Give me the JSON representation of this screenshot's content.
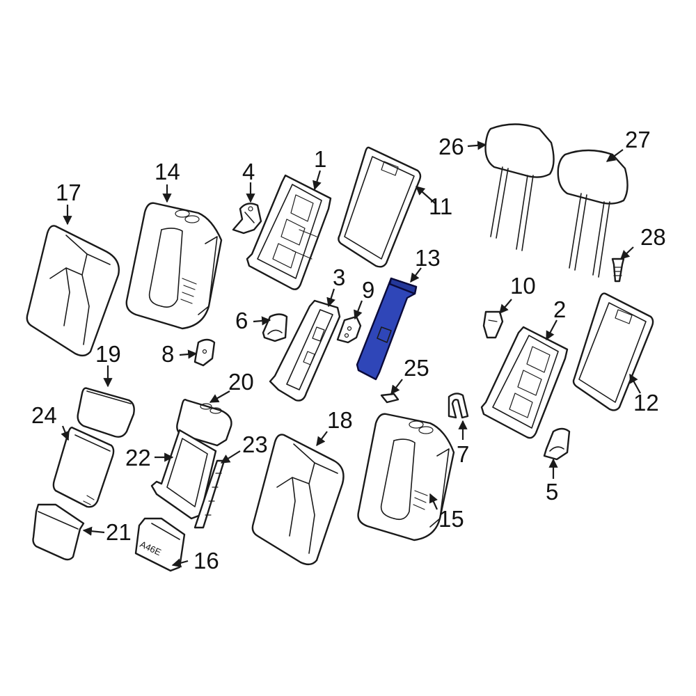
{
  "diagram": {
    "highlight_color": "#2f46b8",
    "highlighted_part": "13",
    "callouts": [
      {
        "id": "c1",
        "label": "1"
      },
      {
        "id": "c2",
        "label": "2"
      },
      {
        "id": "c3",
        "label": "3"
      },
      {
        "id": "c4",
        "label": "4"
      },
      {
        "id": "c5",
        "label": "5"
      },
      {
        "id": "c6",
        "label": "6"
      },
      {
        "id": "c7",
        "label": "7"
      },
      {
        "id": "c8",
        "label": "8"
      },
      {
        "id": "c9",
        "label": "9"
      },
      {
        "id": "c10",
        "label": "10"
      },
      {
        "id": "c11",
        "label": "11"
      },
      {
        "id": "c12",
        "label": "12"
      },
      {
        "id": "c13",
        "label": "13"
      },
      {
        "id": "c14",
        "label": "14"
      },
      {
        "id": "c15",
        "label": "15"
      },
      {
        "id": "c16",
        "label": "16"
      },
      {
        "id": "c17",
        "label": "17"
      },
      {
        "id": "c18",
        "label": "18"
      },
      {
        "id": "c19",
        "label": "19"
      },
      {
        "id": "c20",
        "label": "20"
      },
      {
        "id": "c21",
        "label": "21"
      },
      {
        "id": "c22",
        "label": "22"
      },
      {
        "id": "c23",
        "label": "23"
      },
      {
        "id": "c24",
        "label": "24"
      },
      {
        "id": "c25",
        "label": "25"
      },
      {
        "id": "c26",
        "label": "26"
      },
      {
        "id": "c27",
        "label": "27"
      },
      {
        "id": "c28",
        "label": "28"
      }
    ],
    "part_16_marking": "A46E"
  }
}
